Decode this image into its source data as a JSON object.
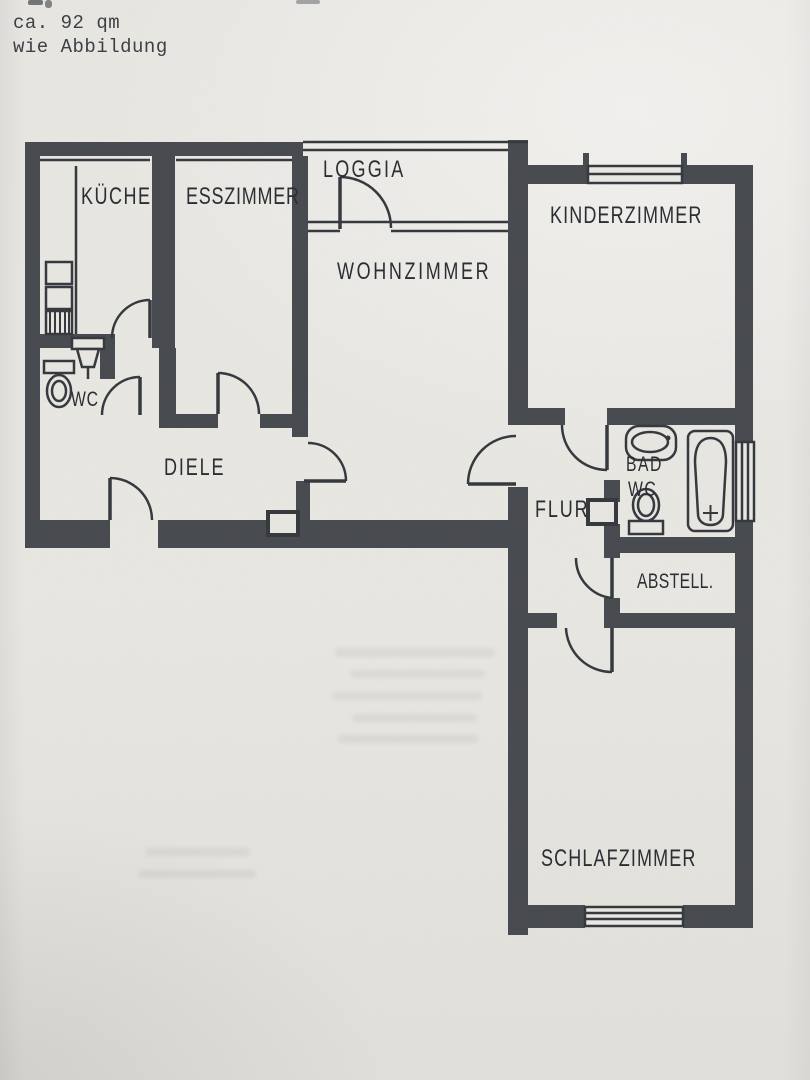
{
  "page": {
    "kind": "scanned apartment floor plan"
  },
  "header": {
    "area_text": "ca. 92 qm",
    "note_text": "wie Abbildung"
  },
  "floor_plan": {
    "rooms": {
      "kueche": {
        "label": "KÜCHE"
      },
      "esszimmer": {
        "label": "ESSZIMMER"
      },
      "loggia": {
        "label": "LOGGIA"
      },
      "wohnzimmer": {
        "label": "WOHNZIMMER"
      },
      "kinderzimmer": {
        "label": "KINDERZIMMER"
      },
      "wc": {
        "label": "WC"
      },
      "diele": {
        "label": "DIELE"
      },
      "flur": {
        "label": "FLUR"
      },
      "bad": {
        "label_line1": "BAD",
        "label_line2": "WC"
      },
      "abstellraum": {
        "label": "ABSTELL."
      },
      "schlafzimmer": {
        "label": "SCHLAFZIMMER"
      }
    },
    "fixtures": [
      "kitchen-unit-icon",
      "wc-toilet-icon",
      "wc-washbasin-icon",
      "bad-washbasin-icon",
      "bad-toilet-icon",
      "bathtub-icon",
      "shaft-icon"
    ],
    "window_count": 5,
    "door_arc_count": 10
  },
  "colors": {
    "paper": "#e9e7e2",
    "wall": "#46494e",
    "line": "#34383d",
    "label_text": "#2b2e33",
    "typed_text": "#3b3e43"
  }
}
